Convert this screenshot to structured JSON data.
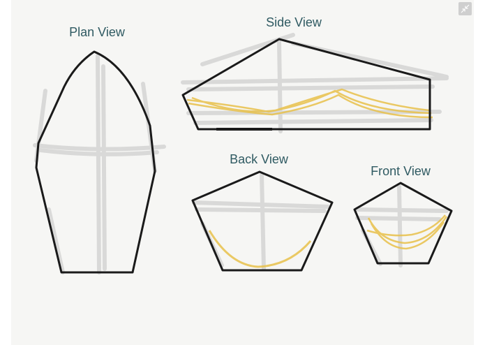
{
  "labels": {
    "plan": "Plan View",
    "side": "Side View",
    "back": "Back View",
    "front": "Front View"
  },
  "toolbar": {
    "collapse_icon": "collapse-arrows-icon"
  },
  "colors": {
    "background": "#f6f6f4",
    "ink": "#1a1a1a",
    "shading": "#b8b8b8",
    "highlight": "#e8c14a",
    "label": "#2f5a62"
  }
}
